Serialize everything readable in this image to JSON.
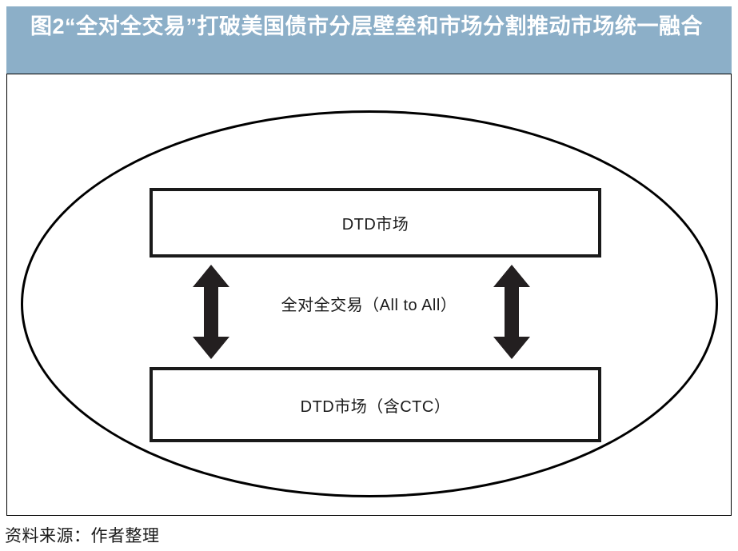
{
  "figure": {
    "number_label": "图2",
    "title_line_1": "“全对全交易”打破美国债市分层壁垒和市场分割推",
    "title_line_2": "动市场统一融合",
    "title_full": "图2　“全对全交易”打破美国债市分层壁垒和市场分割推动市场统一融合",
    "source_note": "资料来源：作者整理"
  },
  "colors": {
    "title_bar_bg": "#8cafc8",
    "title_text": "#ffffff",
    "frame_border": "#000000",
    "box_border": "#1a1a1a",
    "ellipse_stroke": "#000000",
    "arrow_fill": "#231f20",
    "body_text": "#1a1a1a",
    "canvas_bg": "#ffffff"
  },
  "diagram": {
    "type": "concept-diagram",
    "container_shape": "ellipse",
    "boxes": [
      {
        "id": "top",
        "label": "DTD市场"
      },
      {
        "id": "bottom",
        "label": "DTD市场（含CTC）"
      }
    ],
    "center_label": "全对全交易（All to All）",
    "connectors": [
      {
        "id": "left",
        "style": "double-headed-vertical-arrow"
      },
      {
        "id": "right",
        "style": "double-headed-vertical-arrow"
      }
    ]
  }
}
